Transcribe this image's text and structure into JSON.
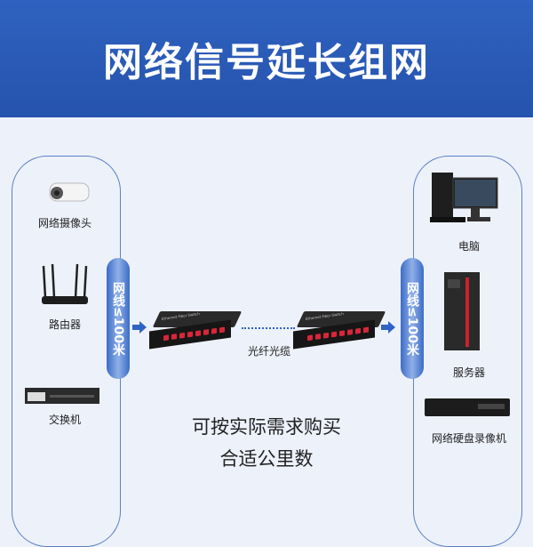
{
  "header": {
    "title": "网络信号延长组网"
  },
  "left_devices": [
    {
      "label": "网络摄像头",
      "icon": "camera-icon"
    },
    {
      "label": "路由器",
      "icon": "router-icon"
    },
    {
      "label": "交换机",
      "icon": "switch-icon"
    }
  ],
  "right_devices": [
    {
      "label": "电脑",
      "icon": "computer-icon"
    },
    {
      "label": "服务器",
      "icon": "server-icon"
    },
    {
      "label": "网络硬盘录像机",
      "icon": "nvr-icon"
    }
  ],
  "cable_limit": "网线≤100米",
  "fiber_label": "光纤光缆",
  "converter_text": "Ethernet Fiber Switch",
  "note": {
    "line1": "可按实际需求购买",
    "line2": "合适公里数"
  },
  "colors": {
    "header": "#2a5cb8",
    "accent": "#2e63c4",
    "port": "#d8263a"
  }
}
